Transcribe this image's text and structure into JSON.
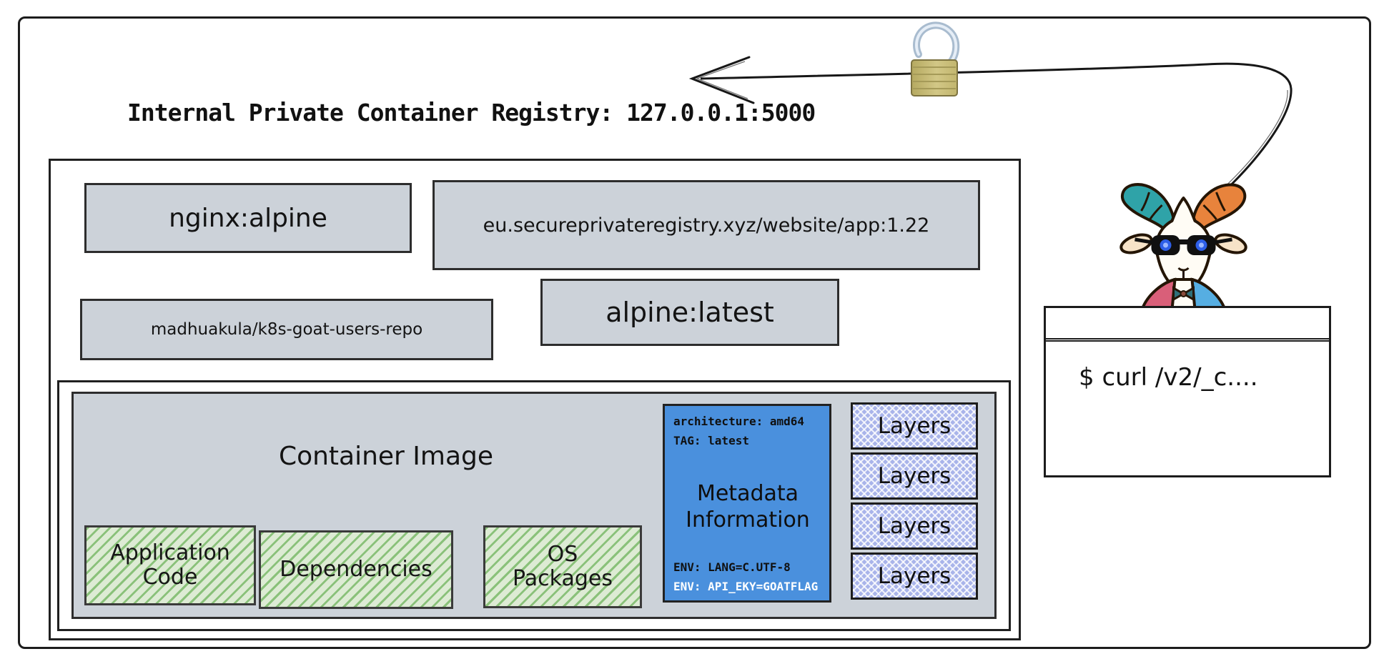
{
  "title": "Internal Private Container Registry: 127.0.0.1:5000",
  "colors": {
    "box_gray": "#ccd2d9",
    "metadata_blue": "#4a90dd",
    "layers_blue": "#a9b4ea",
    "component_green": "#ddebd4",
    "component_green_stripe": "#7cba6a",
    "padlock_gold": "#c9bd74",
    "horn_teal": "#2fa3a8",
    "horn_orange": "#e8833c"
  },
  "icons": {
    "padlock": "unlocked-padlock",
    "mascot": "k8s-goat",
    "arrow": "curved-arrow-pointing-left"
  },
  "registry": {
    "image_tags": [
      "nginx:alpine",
      "eu.secureprivateregistry.xyz/website/app:1.22",
      "madhuakula/k8s-goat-users-repo",
      "alpine:latest"
    ],
    "container_image": {
      "title": "Container Image",
      "components": [
        "Application Code",
        "Dependencies",
        "OS Packages"
      ],
      "metadata": {
        "architecture_line": "architecture: amd64",
        "tag_line": "TAG: latest",
        "heading": "Metadata Information",
        "env_lang_line": "ENV: LANG=C.UTF-8",
        "env_flag_line": "ENV: API_EKY=GOATFLAG"
      },
      "layers": [
        "Layers",
        "Layers",
        "Layers",
        "Layers"
      ]
    }
  },
  "terminal": {
    "command": "$ curl /v2/_c...."
  }
}
